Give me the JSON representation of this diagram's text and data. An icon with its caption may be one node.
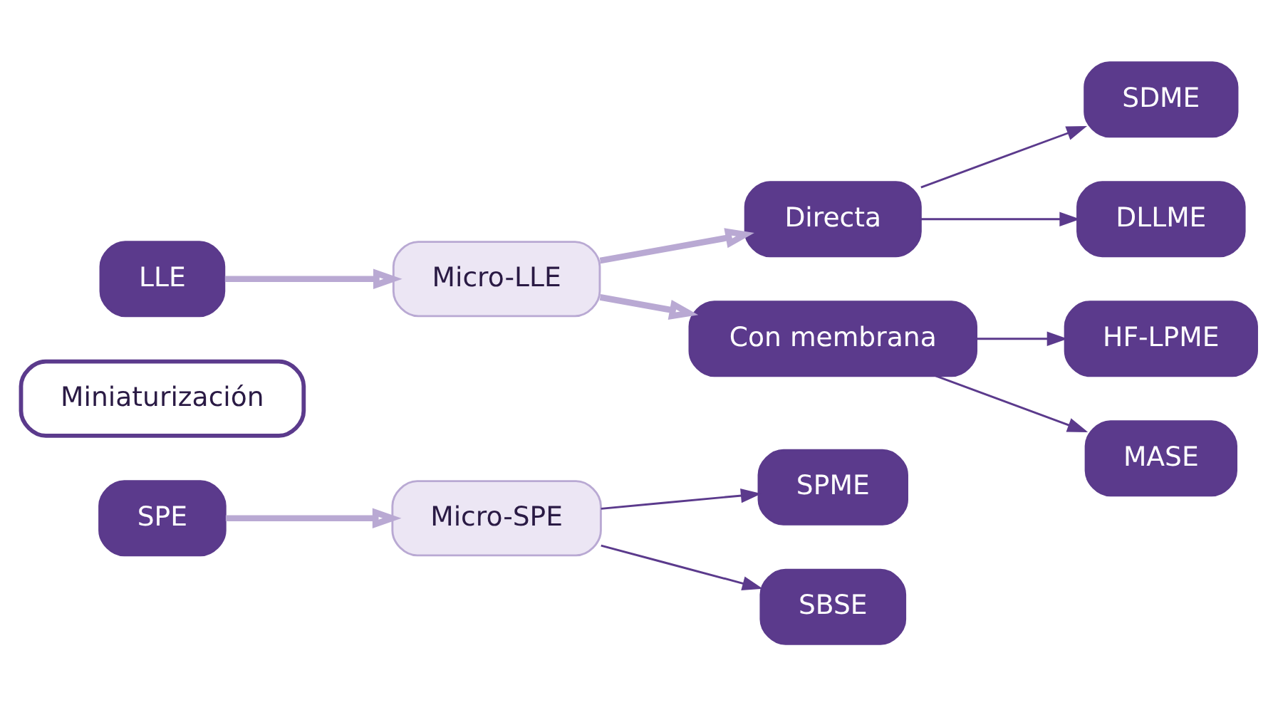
{
  "diagram": {
    "nodes": [
      {
        "text": [
          "LLE"
        ]
      },
      {
        "text": [
          "Micro-LLE"
        ]
      },
      {
        "text": [
          "Directa"
        ]
      },
      {
        "text": [
          "SDME"
        ]
      },
      {
        "text": [
          "DLLME"
        ]
      },
      {
        "text": [
          "Con membrana"
        ]
      },
      {
        "text": [
          "HF-LPME"
        ]
      },
      {
        "text": [
          "MASE"
        ]
      },
      {
        "text": [
          "Miniaturización"
        ]
      },
      {
        "text": [
          "SPE"
        ]
      },
      {
        "text": [
          "Micro-SPE"
        ]
      },
      {
        "text": [
          "SPME"
        ]
      },
      {
        "text": [
          "SBSE"
        ]
      }
    ],
    "edges": [
      {
        "from": 0,
        "to": 1,
        "arrow": "to",
        "style": "thick",
        "color": "#b9a9d3"
      },
      {
        "from": 1,
        "to": 2,
        "arrow": "to",
        "style": "thick",
        "color": "#b9a9d3"
      },
      {
        "from": 1,
        "to": 5,
        "arrow": "to",
        "style": "thick",
        "color": "#b9a9d3"
      },
      {
        "from": 2,
        "to": 3,
        "arrow": "to"
      },
      {
        "from": 2,
        "to": 4,
        "arrow": "to"
      },
      {
        "from": 5,
        "to": 6,
        "arrow": "to"
      },
      {
        "from": 5,
        "to": 7,
        "arrow": "to"
      },
      {
        "from": 9,
        "to": 10,
        "arrow": "to",
        "style": "thick",
        "color": "#b9a9d3"
      },
      {
        "from": 10,
        "to": 11,
        "arrow": "to"
      },
      {
        "from": 10,
        "to": 12,
        "arrow": "to"
      }
    ]
  }
}
